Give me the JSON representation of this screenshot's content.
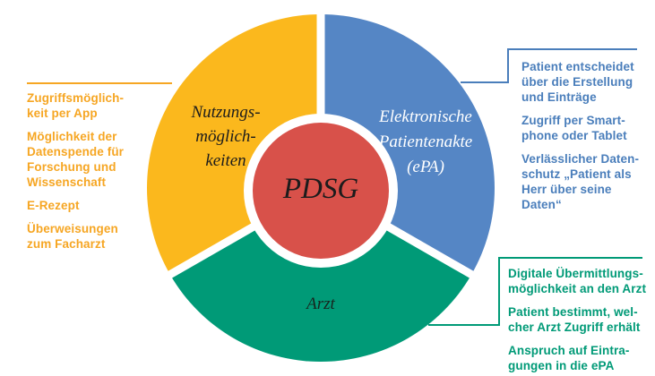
{
  "background_color": "#ffffff",
  "diagram": {
    "center_label": "PDSG",
    "center_color": "#d8514a",
    "ring_color": "#ffffff",
    "segments": [
      {
        "name": "nutzungsmoeglichkeiten",
        "label": "Nutzungs-\nmöglich-\nkeiten",
        "color": "#fbb81d",
        "label_color": "#1c1c1c"
      },
      {
        "name": "elektronische-patientenakte",
        "label": "Elektronische\nPatientenakte\n(ePA)",
        "color": "#5586c5",
        "label_color": "#ffffff"
      },
      {
        "name": "arzt",
        "label": "Arzt",
        "color": "#009a77",
        "label_color": "#17251e"
      }
    ]
  },
  "annotations": {
    "left": {
      "color": "#f6a623",
      "items": [
        "Zugriffsmöglich-\nkeit per App",
        "Möglichkeit der\nDatenspende für\nForschung und\nWissenschaft",
        "E-Rezept",
        "Überweisungen\nzum Facharzt"
      ]
    },
    "right_top": {
      "color": "#4a7ebb",
      "items": [
        "Patient entscheidet\nüber die Erstellung\nund Einträge",
        "Zugriff per Smart-\nphone oder Tablet",
        "Verlässlicher Daten-\nschutz „Patient als\nHerr über seine\nDaten“"
      ]
    },
    "right_bottom": {
      "color": "#009a77",
      "items": [
        "Digitale Übermittlungs-\nmöglichkeit an den Arzt",
        "Patient bestimmt, wel-\ncher Arzt Zugriff erhält",
        "Anspruch auf Eintra-\ngungen in die ePA"
      ]
    }
  }
}
